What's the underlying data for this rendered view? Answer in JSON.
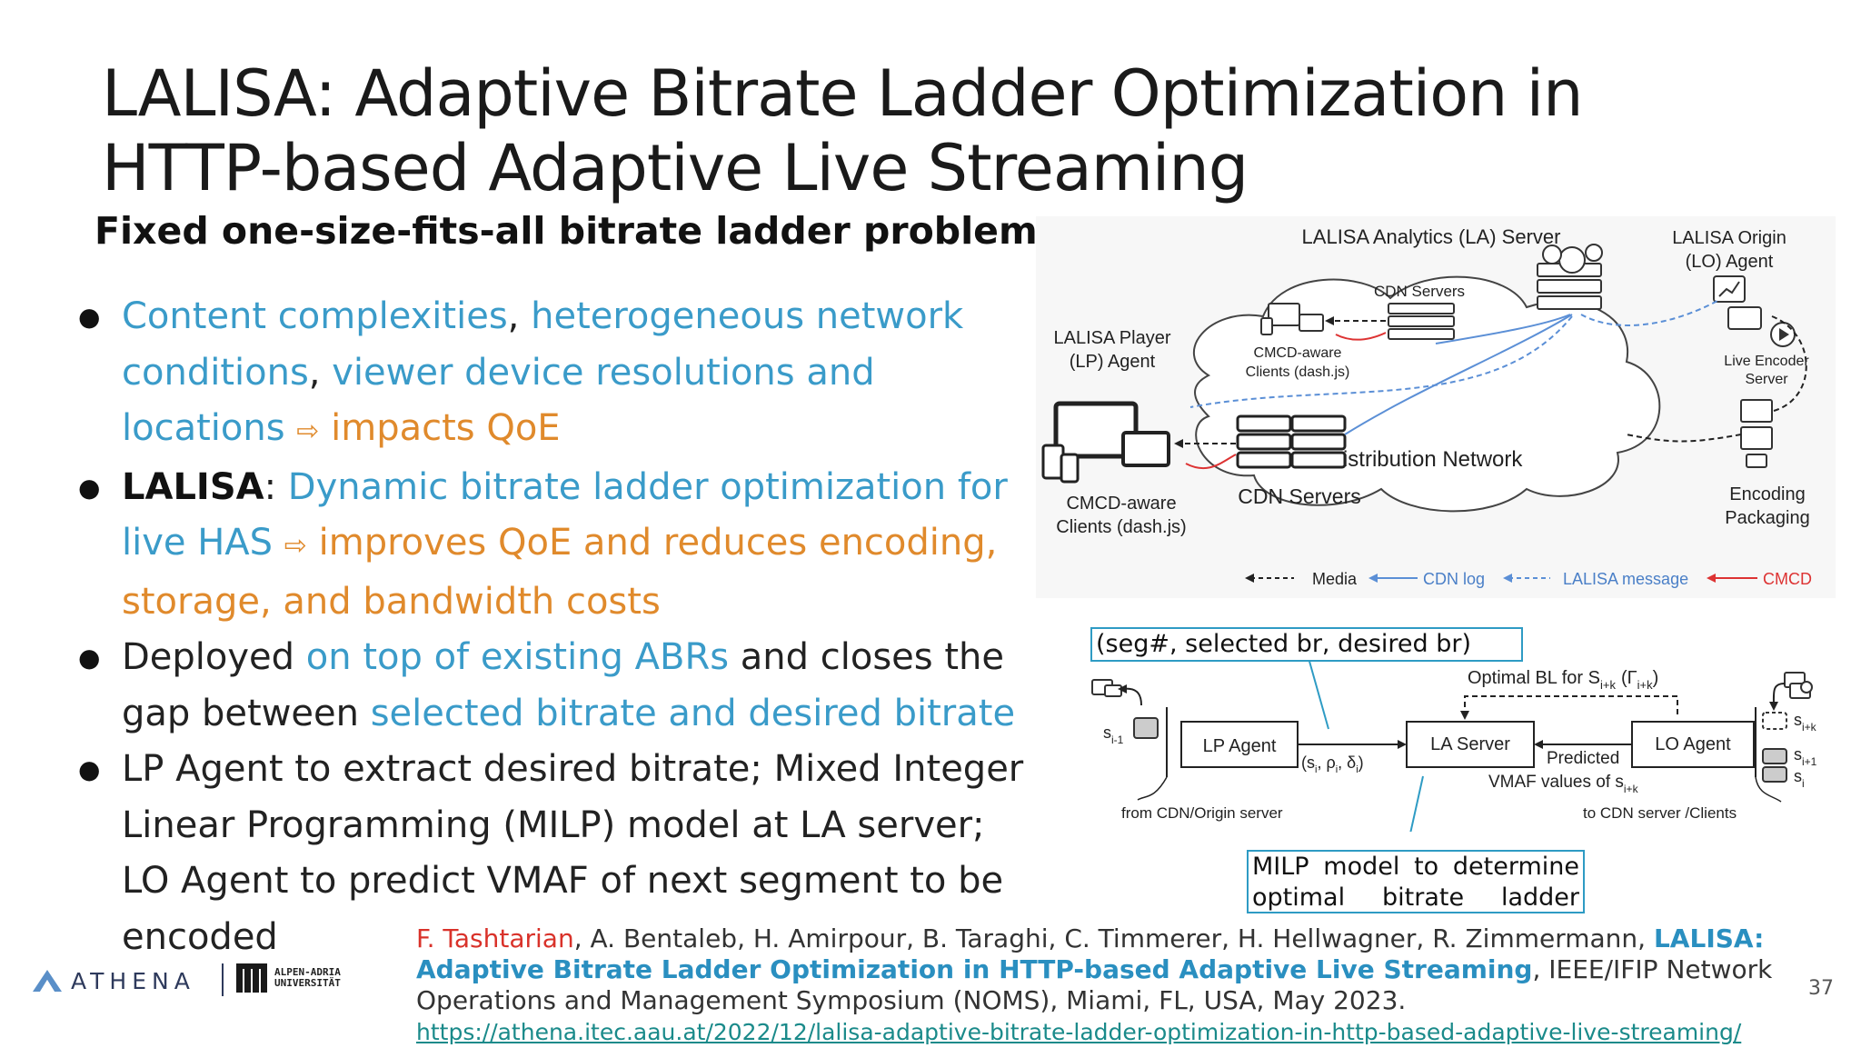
{
  "title": {
    "line1": "LALISA: Adaptive Bitrate Ladder Optimization in",
    "line2": "HTTP-based Adaptive Live Streaming"
  },
  "subtitle": "Fixed one-size-fits-all bitrate ladder problem",
  "bullets": {
    "b1": {
      "l1a": "Content complexities",
      "l1b": ", ",
      "l1c": "heterogeneous network",
      "l2a": "conditions",
      "l2b": ", ",
      "l2c": "viewer device resolutions and",
      "l3a": "locations",
      "l3b": "impacts QoE"
    },
    "b2": {
      "l1a": "LALISA",
      "l1b": ": ",
      "l1c": "Dynamic bitrate ladder optimization for",
      "l2a": "live HAS",
      "l2b": "improves QoE and reduces encoding,",
      "l3a": "storage, and bandwidth costs"
    },
    "b3": {
      "l1a": "Deployed ",
      "l1b": "on top of existing ABRs",
      "l1c": " and closes the",
      "l2a": "gap between ",
      "l2b": "selected bitrate and desired bitrate"
    },
    "b4": {
      "l1": "LP Agent to extract desired bitrate; Mixed Integer",
      "l2": "Linear Programming (MILP) model at LA server;",
      "l3": "LO Agent to predict VMAF of next segment to be",
      "l4": "encoded"
    },
    "arrow_glyph": "⇨"
  },
  "diagram_top": {
    "la_server": "LALISA Analytics (LA) Server",
    "lo_agent_1": "LALISA Origin",
    "lo_agent_2": "(LO) Agent",
    "cdn_servers_small": "CDN Servers",
    "lp_agent_1": "LALISA Player",
    "lp_agent_2": "(LP) Agent",
    "cmcd_small_1": "CMCD-aware",
    "cmcd_small_2": "Clients (dash.js)",
    "live_encoder_1": "Live Encoder",
    "live_encoder_2": "Server",
    "distribution": "Distribution Network",
    "cdn_servers_big": "CDN Servers",
    "cmcd_big_1": "CMCD-aware",
    "cmcd_big_2": "Clients (dash.js)",
    "encoding_1": "Encoding",
    "encoding_2": "Packaging",
    "legend_media": "Media",
    "legend_cdn_log": "CDN log",
    "legend_lalisa": "LALISA message",
    "legend_cmcd": "CMCD"
  },
  "diagram_bottom": {
    "optimal_bl": "Optimal BL for S",
    "optimal_sub": "i+k",
    "optimal_gamma": "(Γ",
    "optimal_gamma_close": ")",
    "s_i_1": "s",
    "s_i_1_sub": "i-1",
    "lp_agent": "LP Agent",
    "la_server": "LA Server",
    "lo_agent": "LO Agent",
    "params": "(s",
    "params_rest": ", ρ",
    "params_rest2": ", δ",
    "params_close": ")",
    "params_sub": "i",
    "predicted_1": "Predicted",
    "predicted_2": "VMAF values of s",
    "from_cdn": "from CDN/Origin server",
    "to_cdn": "to CDN server /Clients",
    "s_ik": "s",
    "s_ik_sub": "i+k",
    "s_i1": "s",
    "s_i1_sub": "i+1",
    "s_i": "s",
    "s_i_sub": "i"
  },
  "callouts": {
    "seg": "(seg#, selected br, desired br)",
    "milp": "MILP model to determine optimal bitrate ladder"
  },
  "reference": {
    "author_first": "F. Tashtarian",
    "authors_rest": ", A. Bentaleb, H. Amirpour, B. Taraghi, C. Timmerer, H. Hellwagner, R. Zimmermann, ",
    "paper_title": "LALISA: Adaptive Bitrate Ladder Optimization in HTTP-based Adaptive Live Streaming",
    "venue": ", IEEE/IFIP Network Operations and Management Symposium (NOMS), Miami, FL, USA, May 2023.",
    "url": "https://athena.itec.aau.at/2022/12/lalisa-adaptive-bitrate-ladder-optimization-in-http-based-adaptive-live-streaming/"
  },
  "page_number": "37",
  "logos": {
    "athena": "ATHENA",
    "aau_1": "ALPEN-ADRIA",
    "aau_2": "UNIVERSITÄT"
  },
  "colors": {
    "accent_blue": "#3a9bc9",
    "accent_orange": "#e08a2c",
    "reference_red": "#d9322a",
    "callout_border": "#2e9bc4"
  }
}
